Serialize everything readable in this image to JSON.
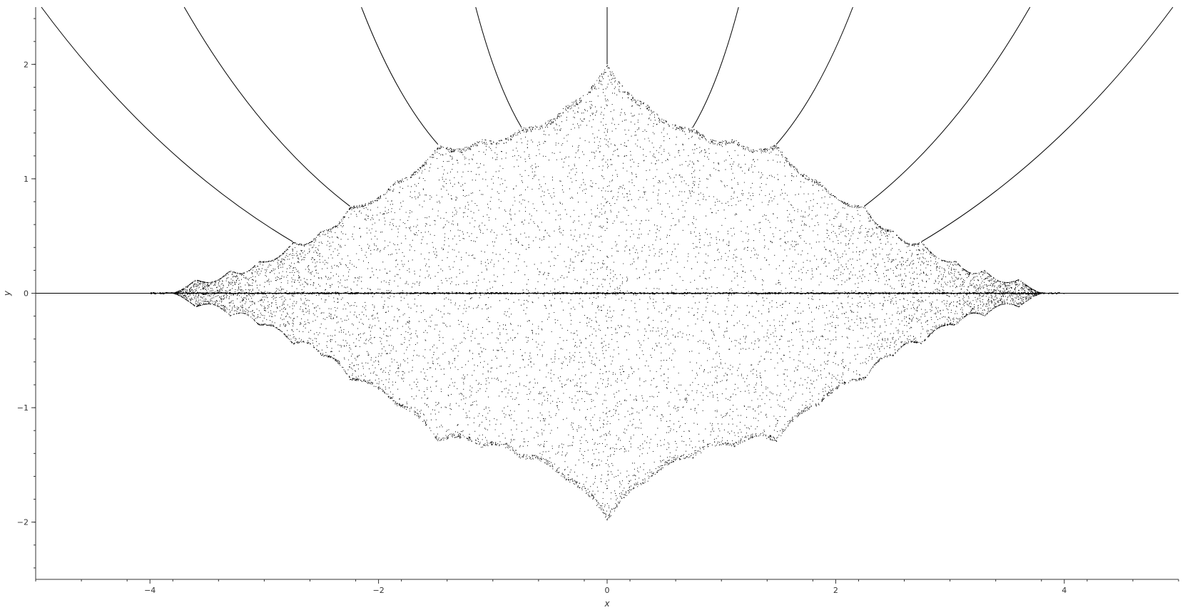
{
  "chart_data": {
    "type": "scatter",
    "title": "",
    "xlabel": "x",
    "ylabel": "y",
    "xlim": [
      -5,
      5
    ],
    "ylim": [
      -2.5,
      2.5
    ],
    "x_ticks": [
      -4,
      -2,
      0,
      2,
      4
    ],
    "y_ticks": [
      -2,
      -1,
      0,
      1,
      2
    ],
    "x_tick_labels": [
      "−4",
      "−2",
      "0",
      "2",
      "4"
    ],
    "y_tick_labels": [
      "−2",
      "−1",
      "0",
      "1",
      "2"
    ],
    "grid": false,
    "legend": "none",
    "point_color": "#000000",
    "series": [
      {
        "description_values": "dense symmetric point cloud (scalloped boundary)",
        "boundary_x": [
          -4,
          -3.6,
          -3.3,
          -3.05,
          -2.75,
          -2.5,
          -2.25,
          -1.85,
          -1.48,
          -1.1,
          -0.75,
          -0.35,
          0,
          0.35,
          0.75,
          1.1,
          1.48,
          1.85,
          2.25,
          2.5,
          2.75,
          3.05,
          3.3,
          3.6,
          4
        ],
        "boundary_y": [
          0,
          0.12,
          0.2,
          0.28,
          0.45,
          0.55,
          0.76,
          0.98,
          1.3,
          1.35,
          1.45,
          1.65,
          2,
          1.65,
          1.45,
          1.35,
          1.3,
          0.98,
          0.76,
          0.55,
          0.45,
          0.28,
          0.2,
          0.12,
          0
        ]
      }
    ],
    "rays": [
      {
        "start": [
          -2.75,
          0.45
        ],
        "end": [
          -4.95,
          2.5
        ]
      },
      {
        "start": [
          -2.25,
          0.76
        ],
        "end": [
          -3.7,
          2.5
        ]
      },
      {
        "start": [
          -1.48,
          1.3
        ],
        "end": [
          -2.15,
          2.5
        ]
      },
      {
        "start": [
          -0.75,
          1.45
        ],
        "end": [
          -1.15,
          2.5
        ]
      },
      {
        "start": [
          0,
          2.0
        ],
        "end": [
          0,
          2.5
        ]
      },
      {
        "start": [
          0.75,
          1.45
        ],
        "end": [
          1.15,
          2.5
        ]
      },
      {
        "start": [
          1.48,
          1.3
        ],
        "end": [
          2.15,
          2.5
        ]
      },
      {
        "start": [
          2.25,
          0.76
        ],
        "end": [
          3.7,
          2.5
        ]
      },
      {
        "start": [
          2.75,
          0.45
        ],
        "end": [
          4.95,
          2.5
        ]
      }
    ],
    "real_axis_line": {
      "y": 0,
      "x_from": 4,
      "x_to": 5
    }
  }
}
